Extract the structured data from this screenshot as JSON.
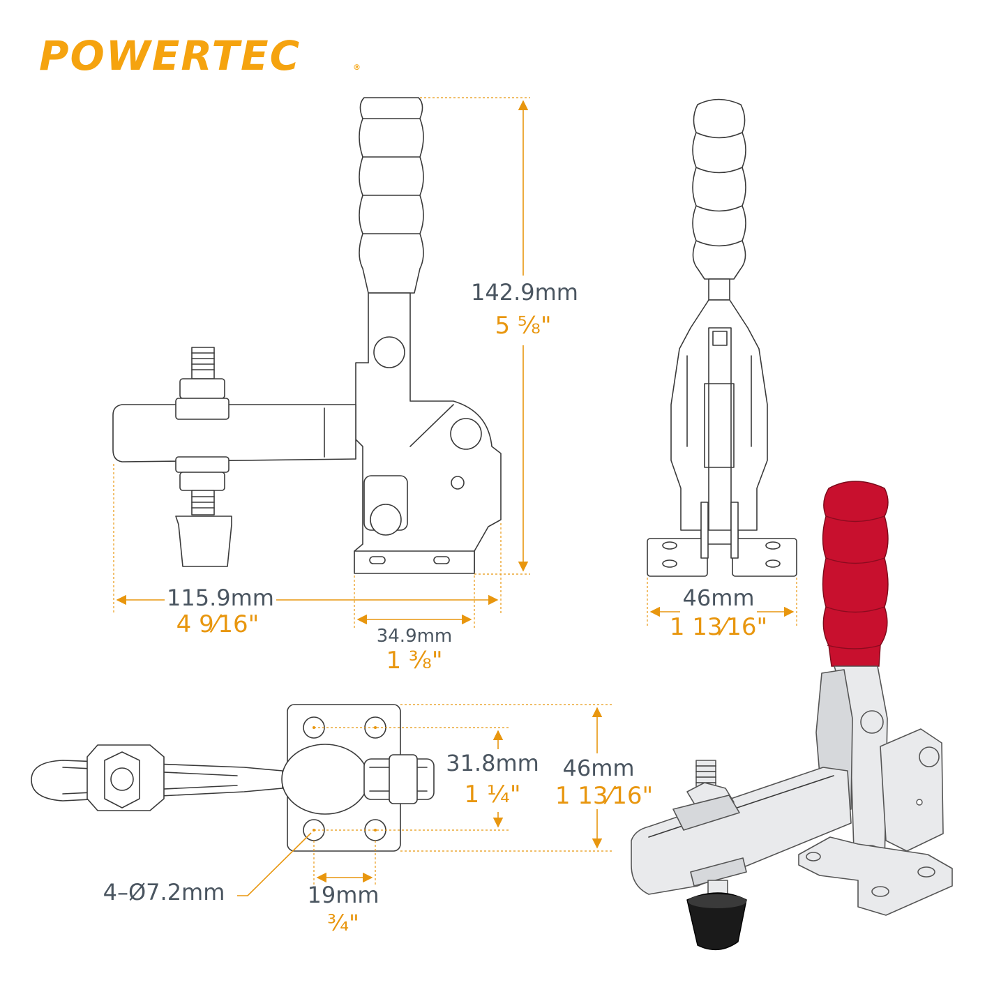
{
  "brand": {
    "name": "POWERTEC",
    "mark": "®",
    "color": "#f5a30f"
  },
  "colors": {
    "mm_text": "#4a5560",
    "inch_text": "#e8960e",
    "handle_red": "#c8102e",
    "outline": "#3a3a3a"
  },
  "dimensions": {
    "height": {
      "mm": "142.9mm",
      "inch": "5 ⅝\""
    },
    "length": {
      "mm": "115.9mm",
      "inch": "4 9⁄16\""
    },
    "base_reach": {
      "mm": "34.9mm",
      "inch": "1 ⅜\""
    },
    "front_width": {
      "mm": "46mm",
      "inch": "1 13⁄16\""
    },
    "hole_spacing_y": {
      "mm": "31.8mm",
      "inch": "1 ¼\""
    },
    "base_width": {
      "mm": "46mm",
      "inch": "1 13⁄16\""
    },
    "hole_spacing_x": {
      "mm": "19mm",
      "inch": "¾\""
    },
    "holes": {
      "label": "4–Ø7.2mm"
    }
  },
  "views": [
    "side-view",
    "front-view",
    "top-view",
    "product-render"
  ]
}
